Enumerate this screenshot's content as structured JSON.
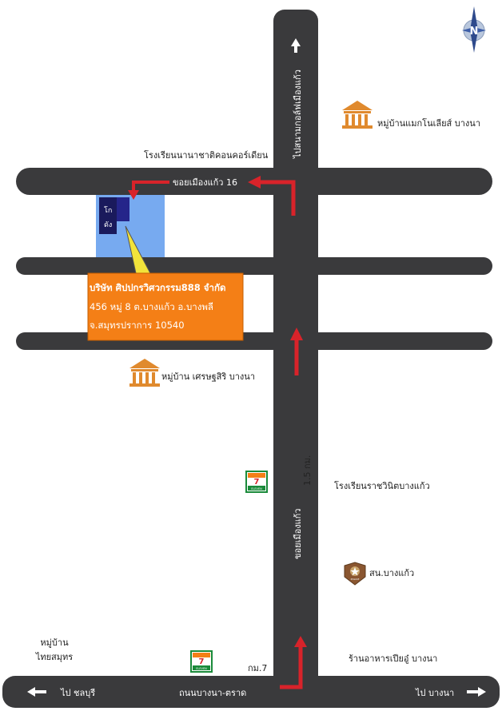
{
  "map": {
    "north_label": "N",
    "roads": {
      "soi_vertical_top": "ไปสนามกอล์ฟเมืองแก้ว",
      "soi_vertical_bottom": "ขอยเมืองแก้ว",
      "soi_16": "ขอยเมืองแก้ว 16",
      "main_road": "ถนนบางนา-ตราด",
      "distance": "1.5 กม.",
      "km_marker": "กม.7",
      "to_chonburi": "ไป ชลบุรี",
      "to_bangna": "ไป บางนา"
    },
    "landmarks": {
      "manchester": "หมู่บ้านแมกโนเลียส์ บางนา",
      "concordian": "โรงเรียนนานาชาติคอนคอร์เดียน",
      "setthasiri": "หมู่บ้าน เศรษฐสิริ บางนา",
      "rachawinit": "โรงเรียนราชวินิตบางแก้ว",
      "police": "สน.บางแก้ว",
      "restaurant": "ร้านอาหารเปียอู๋ บางนา",
      "thai_samut_line1": "หมู่บ้าน",
      "thai_samut_line2": "ไทยสมุทร"
    },
    "warehouse_label_1": "โก",
    "warehouse_label_2": "ดัง",
    "store_brand_top": "7",
    "store_brand_bottom": "ELEVEN",
    "police_badge_text": "POLICE",
    "company_box": {
      "line1": "บริษัท ศิปปกรวิศวกรรม888 จำกัด",
      "line2": "456 หมู่ 8 ต.บางแก้ว อ.บางพลี",
      "line3": "จ.สมุทรปราการ 10540"
    },
    "colors": {
      "road": "#3a3a3c",
      "arrow": "#d8232a",
      "company_box": "#f47f16",
      "lot": "#77aaf0",
      "warehouse": "#1f1f7a",
      "landmark": "#e08a2e"
    }
  }
}
